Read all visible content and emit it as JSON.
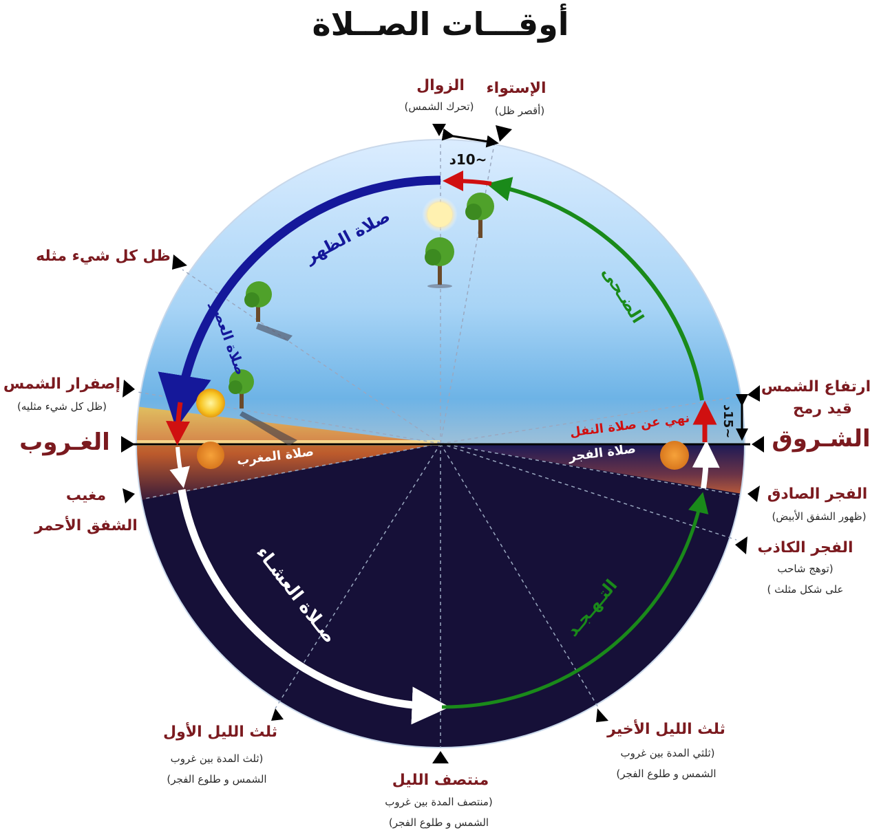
{
  "title": "أوقـــات الصــلاة",
  "colors": {
    "label": "#7b1a1f",
    "dhuha_arc": "#1a8a1a",
    "dhuhr_arc": "#15189a",
    "forbidden_arc": "#d01010",
    "night": "#161038",
    "sky_top": "#d8ecff",
    "sky_bottom": "#7cc0ee"
  },
  "top": {
    "zawal": "الزوال",
    "zawal_sub": "(تحرك الشمس)",
    "istiwa": "الإستواء",
    "istiwa_sub": "(أقصر ظل)",
    "gap": "~10د"
  },
  "left": {
    "shadow_equal": "ظل كل شيء مثله",
    "yellowing": "إصفرار الشمس",
    "yellowing_sub": "(ظل كل شيء مثليه)",
    "sunset": "الغـروب",
    "red_twilight_1": "مغيب",
    "red_twilight_2": "الشفق الأحمر"
  },
  "right": {
    "sun_rise_1": "ارتفاع الشمس",
    "sun_rise_2": "قيد رمح",
    "sunrise": "الشـروق",
    "sunrise_gap": "~15د",
    "true_dawn": "الفجر الصادق",
    "true_dawn_sub": "(ظهور الشفق الأبيض)",
    "false_dawn": "الفجر الكاذب",
    "false_dawn_sub_1": "(توهج شاحب",
    "false_dawn_sub_2": "على شكل مثلث )"
  },
  "bottom": {
    "first_third": "ثلث الليل الأول",
    "first_third_sub_1": "(ثلث المدة بين غروب",
    "first_third_sub_2": "الشمس و طلوع الفجر)",
    "midnight": "منتصف الليل",
    "midnight_sub_1": "(منتصف المدة بين غروب",
    "midnight_sub_2": "الشمس و طلوع الفجر)",
    "last_third": "ثلث الليل الأخير",
    "last_third_sub_1": "(ثلثي المدة بين غروب",
    "last_third_sub_2": "الشمس و طلوع الفجر)"
  },
  "arcs": {
    "dhuhr": "صلاة الظهر",
    "asr": "صلاة العصر",
    "dhuha": "الضـحى",
    "maghrib": "صلاة المغرب",
    "fajr": "صلاة الفجر",
    "no_nafl": "نهي عن صلاة النفل",
    "isha": "صـلاة العشـاء",
    "tahajjud": "التـهـجـد"
  }
}
